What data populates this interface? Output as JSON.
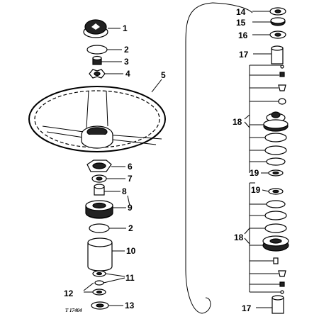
{
  "figure_ref": "T 17404",
  "callouts": {
    "c1": "1",
    "c2a": "2",
    "c3": "3",
    "c4": "4",
    "c5": "5",
    "c6": "6",
    "c7": "7",
    "c8": "8",
    "c9": "9",
    "c2b": "2",
    "c10": "10",
    "c11": "11",
    "c12": "12",
    "c13": "13",
    "c14": "14",
    "c15": "15",
    "c16": "16",
    "c17a": "17",
    "c18a": "18",
    "c19a": "19",
    "c19b": "19",
    "c18b": "18",
    "c17b": "17"
  }
}
